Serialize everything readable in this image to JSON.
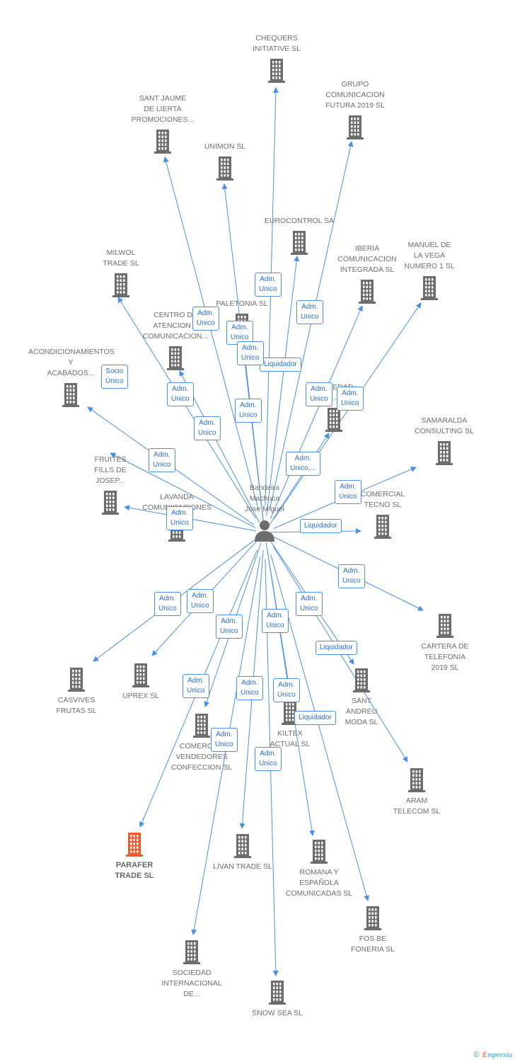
{
  "center": {
    "name": "Bandeira\nMachuca\nJose Miguel",
    "icon": "person-icon"
  },
  "nodes": [
    {
      "id": "chequers",
      "label": "CHEQUERS\nINITIATIVE SL",
      "icon": "building-icon"
    },
    {
      "id": "grupo",
      "label": "GRUPO\nCOMUNICACION\nFUTURA 2019 SL",
      "icon": "building-icon"
    },
    {
      "id": "santjaume",
      "label": "SANT JAUME\nDE LIERTA\nPROMOCIONES...",
      "icon": "building-icon"
    },
    {
      "id": "unimon",
      "label": "UNIMON SL",
      "icon": "building-icon"
    },
    {
      "id": "eurocontrol",
      "label": "EUROCONTROL SA",
      "icon": "building-icon"
    },
    {
      "id": "iberia",
      "label": "IBERIA\nCOMUNICACION\nINTEGRADA SL",
      "icon": "building-icon"
    },
    {
      "id": "manuel",
      "label": "MANUEL DE\nLA VEGA\nNUMERO 1 SL",
      "icon": "building-icon"
    },
    {
      "id": "milwol",
      "label": "MILWOL\nTRADE SL",
      "icon": "building-icon"
    },
    {
      "id": "paletonia",
      "label": "PALETONIA SL",
      "icon": "building-icon"
    },
    {
      "id": "centro",
      "label": "CENTRO DE\nATENCION Y\nCOMUNICACION...",
      "icon": "building-icon"
    },
    {
      "id": "acondicionamientos",
      "label": "ACONDICIONAMIENTOS\nY\nACABADOS...",
      "icon": "building-icon"
    },
    {
      "id": "sociedad1",
      "label": "SOCIEDAD\n...",
      "icon": "building-icon"
    },
    {
      "id": "samaralda",
      "label": "SAMARALDA\nCONSULTING SL",
      "icon": "building-icon"
    },
    {
      "id": "fruites",
      "label": "FRUITES\nFILLS DE\nJOSEP...",
      "icon": "building-icon"
    },
    {
      "id": "lavanda",
      "label": "LAVANDA\nCOMUNICACIONES",
      "icon": "building-icon"
    },
    {
      "id": "comercial",
      "label": "COMERCIAL\nTECNO SL",
      "icon": "building-icon"
    },
    {
      "id": "cartera",
      "label": "CARTERA DE\nTELEFONIA\n2019 SL",
      "icon": "building-icon"
    },
    {
      "id": "casvives",
      "label": "CASVIVES\nFRUTAS SL",
      "icon": "building-icon"
    },
    {
      "id": "uprex",
      "label": "UPREX SL",
      "icon": "building-icon"
    },
    {
      "id": "santandreu",
      "label": "SANT\nANDREU\nMODA SL",
      "icon": "building-icon"
    },
    {
      "id": "kiltex",
      "label": "KILTEX\nACTUAL SL",
      "icon": "building-icon"
    },
    {
      "id": "comercvend",
      "label": "COMERCIAL\nVENDEDORES\nCONFECCION SL",
      "icon": "building-icon"
    },
    {
      "id": "aram",
      "label": "ARAM\nTELECOM SL",
      "icon": "building-icon"
    },
    {
      "id": "parafer",
      "label": "PARAFER\nTRADE SL",
      "icon": "building-icon",
      "highlight": true
    },
    {
      "id": "livan",
      "label": "LIVAN TRADE SL",
      "icon": "building-icon"
    },
    {
      "id": "romana",
      "label": "ROMANA Y\nESPAÑOLA\nCOMUNICADAS SL",
      "icon": "building-icon"
    },
    {
      "id": "fosbe",
      "label": "FOS BE\nFONERIA SL",
      "icon": "building-icon"
    },
    {
      "id": "sociedadint",
      "label": "SOCIEDAD\nINTERNACIONAL\nDE...",
      "icon": "building-icon"
    },
    {
      "id": "snowsea",
      "label": "SNOW SEA SL",
      "icon": "building-icon"
    }
  ],
  "edges": [
    {
      "target": "chequers",
      "label": "Adm.\nUnico"
    },
    {
      "target": "grupo",
      "label": "Adm.\nUnico"
    },
    {
      "target": "santjaume",
      "label": "Adm.\nUnico"
    },
    {
      "target": "unimon",
      "label": "Adm.\nUnico"
    },
    {
      "target": "eurocontrol",
      "label": "Liquidador"
    },
    {
      "target": "iberia",
      "label": "Adm.\nUnico"
    },
    {
      "target": "manuel",
      "label": "Adm.\nUnico"
    },
    {
      "target": "milwol",
      "label": "Socio\nÚnico"
    },
    {
      "target": "paletonia",
      "label": "Adm.\nUnico"
    },
    {
      "target": "centro",
      "label": "Adm.\nUnico"
    },
    {
      "target": "acondicionamientos",
      "label": "Adm.\nUnico"
    },
    {
      "target": "sociedad1",
      "label": "Adm.\nUnico,..."
    },
    {
      "target": "samaralda",
      "label": "Adm.\nUnico"
    },
    {
      "target": "fruites",
      "label": "Adm.\nUnico"
    },
    {
      "target": "lavanda",
      "label": "Adm.\nUnico"
    },
    {
      "target": "comercial",
      "label": "Liquidador"
    },
    {
      "target": "cartera",
      "label": "Adm.\nUnico"
    },
    {
      "target": "casvives",
      "label": "Adm.\nUnico"
    },
    {
      "target": "uprex",
      "label": "Adm.\nUnico"
    },
    {
      "target": "santandreu",
      "label": "Adm.\nUnico"
    },
    {
      "target": "kiltex",
      "label": "Adm.\nUnico"
    },
    {
      "target": "comercvend",
      "label": "Adm.\nUnico"
    },
    {
      "target": "aram",
      "label": "Liquidador"
    },
    {
      "target": "parafer",
      "label": "Adm.\nUnico"
    },
    {
      "target": "livan",
      "label": "Adm.\nUnico"
    },
    {
      "target": "romana",
      "label": "Adm.\nUnico"
    },
    {
      "target": "fosbe",
      "label": "Liquidador"
    },
    {
      "target": "sociedadint",
      "label": "Adm.\nUnico"
    },
    {
      "target": "snowsea",
      "label": "Adm.\nUnico"
    },
    {
      "target": "paletonia",
      "label": "Adm.\nUnico"
    }
  ],
  "colors": {
    "edge": "#4a90e2",
    "building": "#6d6d6d",
    "highlight": "#f05a28",
    "person": "#6d6d6d"
  },
  "footer": {
    "copyright": "©",
    "brand_e": "E",
    "brand_rest": "mpresia"
  }
}
